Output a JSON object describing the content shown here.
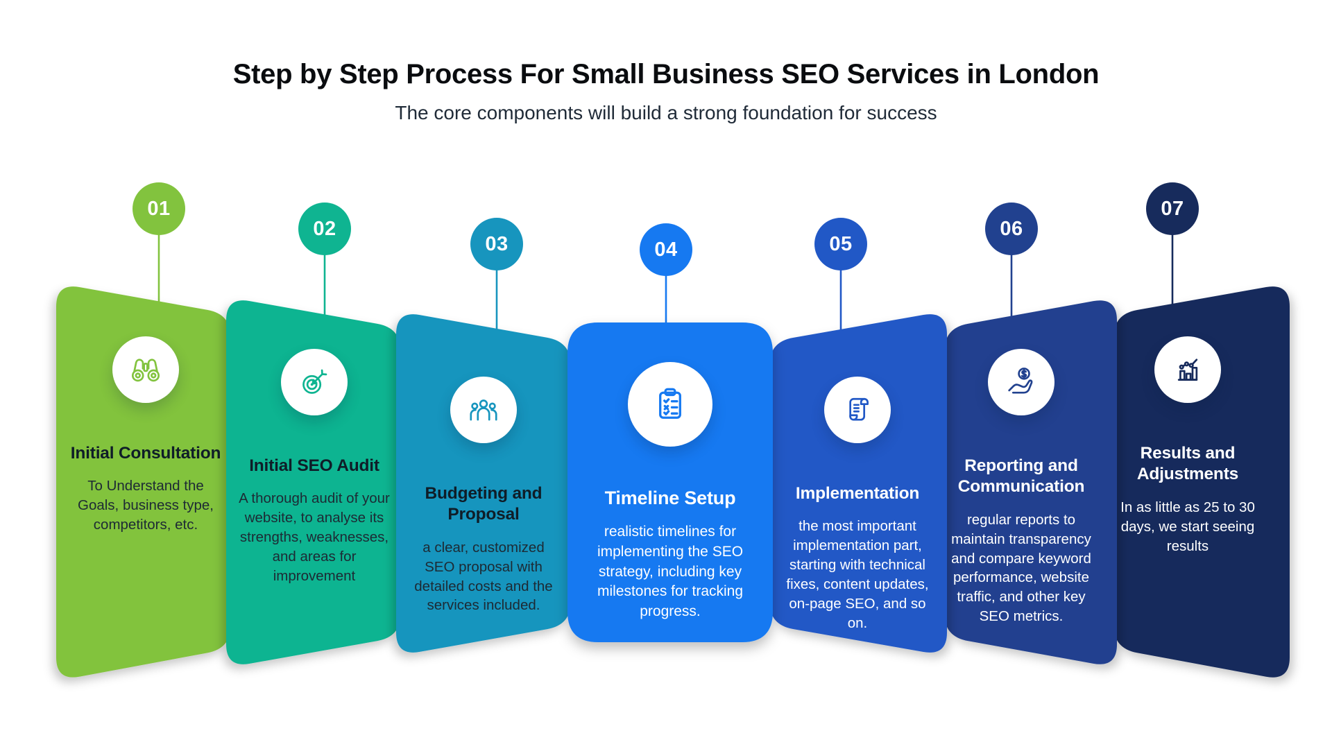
{
  "header": {
    "title": "Step by Step Process For Small Business SEO Services in London",
    "subtitle": "The core components will build a strong foundation for success"
  },
  "steps": [
    {
      "number": "01",
      "title": "Initial Consultation",
      "body": "To Understand the Goals, business type, competitors, etc.",
      "color": "#82C33E",
      "icon": "binoculars-icon",
      "text_theme": "dark"
    },
    {
      "number": "02",
      "title": "Initial SEO Audit",
      "body": "A thorough audit of your website, to analyse its strengths, weaknesses, and areas for improvement",
      "color": "#0FB491",
      "icon": "target-icon",
      "text_theme": "dark"
    },
    {
      "number": "03",
      "title": "Budgeting and Proposal",
      "body": "a clear, customized SEO proposal with detailed costs and the services included.",
      "color": "#1795BE",
      "icon": "people-group-icon",
      "text_theme": "dark"
    },
    {
      "number": "04",
      "title": "Timeline Setup",
      "body": "realistic timelines for implementing the SEO strategy, including key milestones for tracking progress.",
      "color": "#1679F1",
      "icon": "clipboard-checklist-icon",
      "text_theme": "light"
    },
    {
      "number": "05",
      "title": "Implementation",
      "body": "the most important implementation part, starting with technical fixes, content updates, on-page SEO, and so on.",
      "color": "#2158C6",
      "icon": "scroll-icon",
      "text_theme": "light"
    },
    {
      "number": "06",
      "title": "Reporting and Communication",
      "body": "regular reports to maintain transparency and compare keyword performance, website traffic, and other key SEO metrics.",
      "color": "#21418F",
      "icon": "hand-dollar-icon",
      "text_theme": "light"
    },
    {
      "number": "07",
      "title": "Results and Adjustments",
      "body": "In as little as 25 to 30 days, we start seeing results",
      "color": "#172B5C",
      "icon": "growth-chart-icon",
      "text_theme": "light"
    }
  ]
}
